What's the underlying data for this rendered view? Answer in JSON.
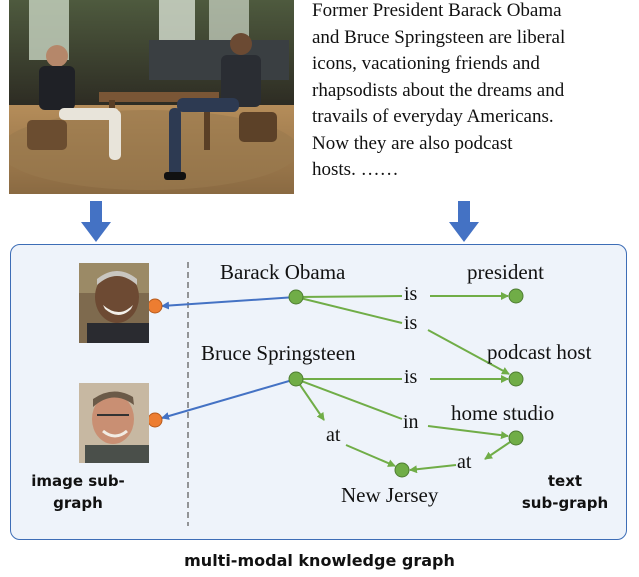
{
  "article": {
    "paragraph": "Former President Barack Obama\nand Bruce Springsteen are liberal\nicons, vacationing friends and\nrhapsodists about the dreams and\ntravails of everyday Americans.\nNow they are also podcast\nhosts.  ……"
  },
  "graph": {
    "nodes": {
      "barack": "Barack Obama",
      "president": "president",
      "bruce": "Bruce Springsteen",
      "podcast": "podcast host",
      "studio": "home studio",
      "nj": "New Jersey"
    },
    "edges": {
      "is1": "is",
      "is2": "is",
      "is3": "is",
      "in": "in",
      "at1": "at",
      "at2": "at"
    }
  },
  "captions": {
    "image_subgraph": "image sub-\ngraph",
    "text_subgraph": "text\nsub-graph",
    "main": "multi-modal knowledge graph"
  },
  "colors": {
    "panel_border": "#3d6db6",
    "panel_fill": "#eef3fa",
    "arrow_blue": "#4472c4",
    "node_green": "#70ad47",
    "node_orange": "#ed7d31"
  }
}
